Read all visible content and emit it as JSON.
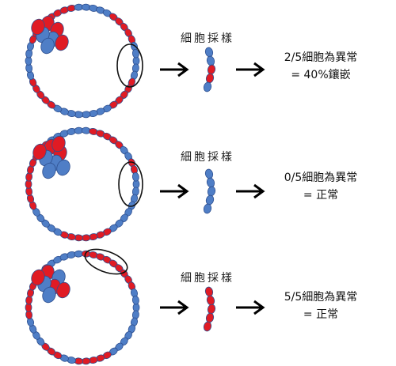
{
  "colors": {
    "normal": "#4f7ec6",
    "abnormal": "#e01b24",
    "outline": "#2e4f8f",
    "ring": "#111111"
  },
  "panels": [
    {
      "sample_label": "細胞採樣",
      "result_line1": "2/5細胞為異常",
      "result_line2": "= 40%鑲嵌",
      "biopsy_cells": [
        "normal",
        "normal",
        "abnormal",
        "abnormal",
        "normal"
      ]
    },
    {
      "sample_label": "細胞採樣",
      "result_line1": "0/5細胞為異常",
      "result_line2": "= 正常",
      "biopsy_cells": [
        "normal",
        "normal",
        "normal",
        "normal",
        "normal"
      ]
    },
    {
      "sample_label": "細胞採樣",
      "result_line1": "5/5細胞為異常",
      "result_line2": "= 正常",
      "biopsy_cells": [
        "abnormal",
        "abnormal",
        "abnormal",
        "abnormal",
        "abnormal"
      ]
    }
  ]
}
